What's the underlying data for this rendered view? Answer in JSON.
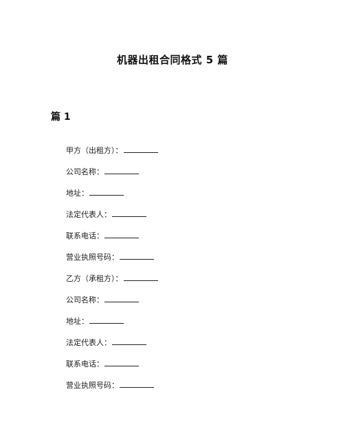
{
  "document": {
    "title": "机器出租合同格式 5 篇",
    "section_heading": "篇 1",
    "fields": [
      {
        "label": "甲方（出租方）：",
        "value": ""
      },
      {
        "label": "公司名称：",
        "value": ""
      },
      {
        "label": "地址：",
        "value": ""
      },
      {
        "label": "法定代表人：",
        "value": ""
      },
      {
        "label": "联系电话：",
        "value": ""
      },
      {
        "label": "营业执照号码：",
        "value": ""
      },
      {
        "label": "乙方（承租方）：",
        "value": ""
      },
      {
        "label": "公司名称：",
        "value": ""
      },
      {
        "label": "地址：",
        "value": ""
      },
      {
        "label": "法定代表人：",
        "value": ""
      },
      {
        "label": "联系电话：",
        "value": ""
      },
      {
        "label": "营业执照号码：",
        "value": ""
      }
    ]
  }
}
